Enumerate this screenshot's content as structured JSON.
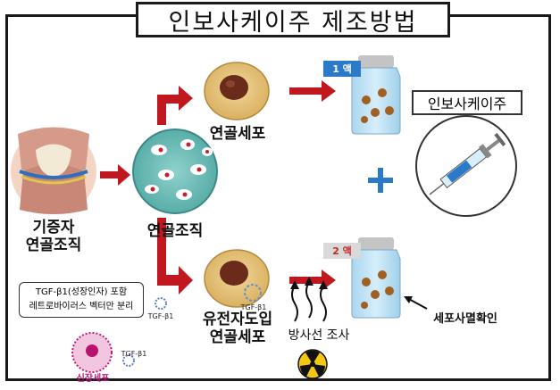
{
  "title": "인보사케이주 제조방법",
  "labels": {
    "donor_cartilage_line1": "기증자",
    "donor_cartilage_line2": "연골조직",
    "cartilage_tissue": "연골조직",
    "chondrocyte": "연골세포",
    "transduced_line1": "유전자도입",
    "transduced_line2": "연골세포",
    "radiation": "방사선 조사",
    "cell_death": "세포사멸확인",
    "invossa_injection": "인보사케이주",
    "tgf_box_line1": "TGF-β1(성장인자) 포함",
    "tgf_box_line2": "레트로바이러스 벡터만 분리",
    "kidney_cell": "신장세포",
    "tgf_small_1": "TGF-β1",
    "tgf_small_2": "TGF-β1",
    "tgf_small_3": "TGF-β1"
  },
  "vials": {
    "vial1_tag": "1 액",
    "vial2_tag": "2 액"
  },
  "colors": {
    "arrow": "#c0181e",
    "tag_blue": "#2a7ac9",
    "plus": "#2a7ac9"
  }
}
